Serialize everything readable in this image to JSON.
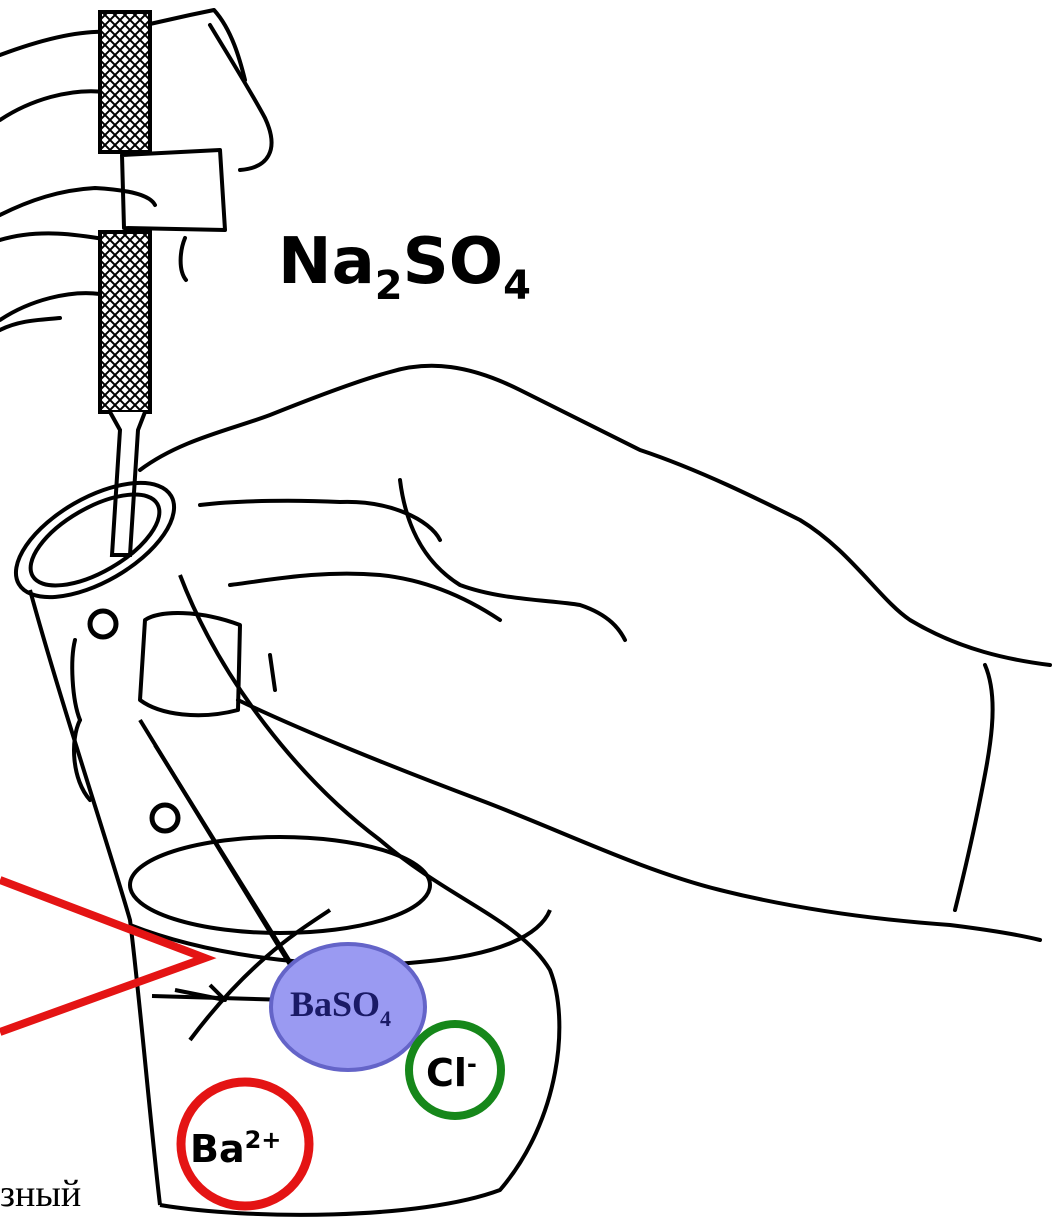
{
  "formula": {
    "main": "Na",
    "sub1": "2",
    "mid": "SO",
    "sub2": "4"
  },
  "precipitate": {
    "main": "BaSO",
    "sub": "4",
    "fill": "#9a9af2",
    "stroke": "#6464c8"
  },
  "chloride_ion": {
    "main": "Cl",
    "sup": "-",
    "ring": "#16871a"
  },
  "barium_ion": {
    "main": "Ba",
    "sup": "2+",
    "ring": "#e41414"
  },
  "pointer_color": "#e41414",
  "bottom_caption": "зный"
}
